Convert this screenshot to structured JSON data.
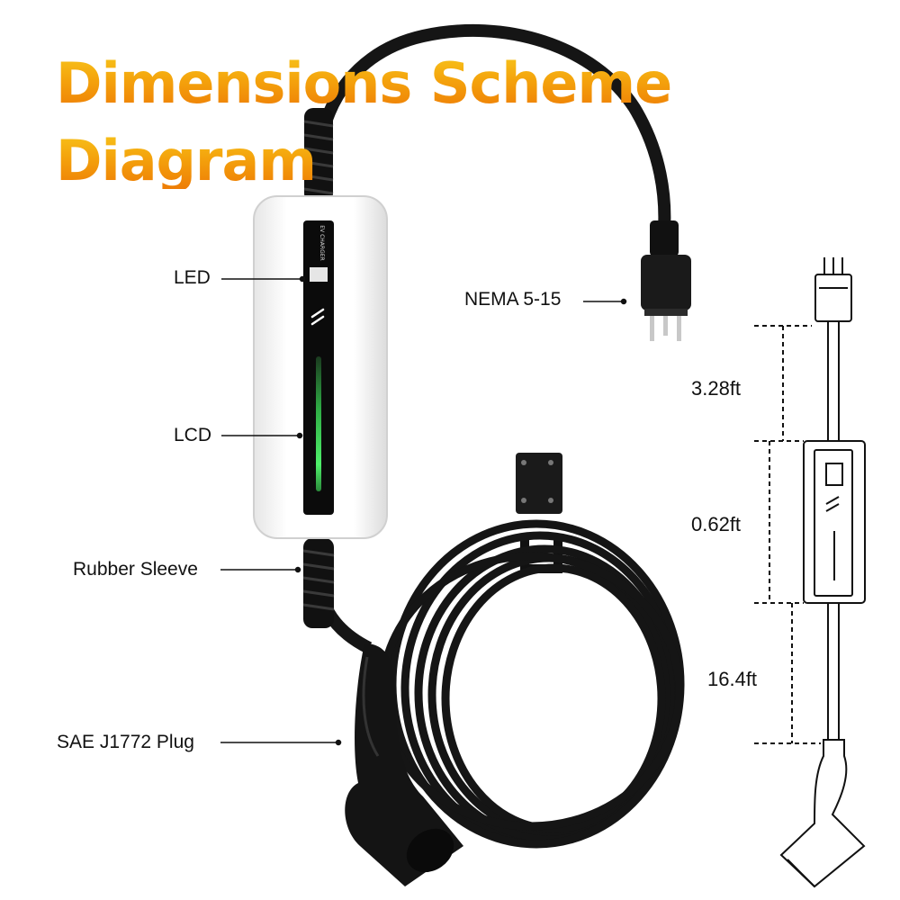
{
  "title": {
    "line1": "Dimensions Scheme",
    "line2": "Diagram"
  },
  "device": {
    "brand_text": "EV CHARGER"
  },
  "labels": {
    "led": "LED",
    "lcd": "LCD",
    "rubber_sleeve": "Rubber Sleeve",
    "plug": "SAE J1772 Plug",
    "nema": "NEMA 5-15"
  },
  "dimensions": {
    "plug_to_box": "3.28ft",
    "box_length": "0.62ft",
    "box_to_connector": "16.4ft"
  },
  "colors": {
    "title_top": "#f7c21a",
    "title_bottom": "#ee7d06",
    "lcd_glow": "#3ddc57",
    "cable": "#1a1a1a",
    "housing": "#f4f4f4"
  }
}
